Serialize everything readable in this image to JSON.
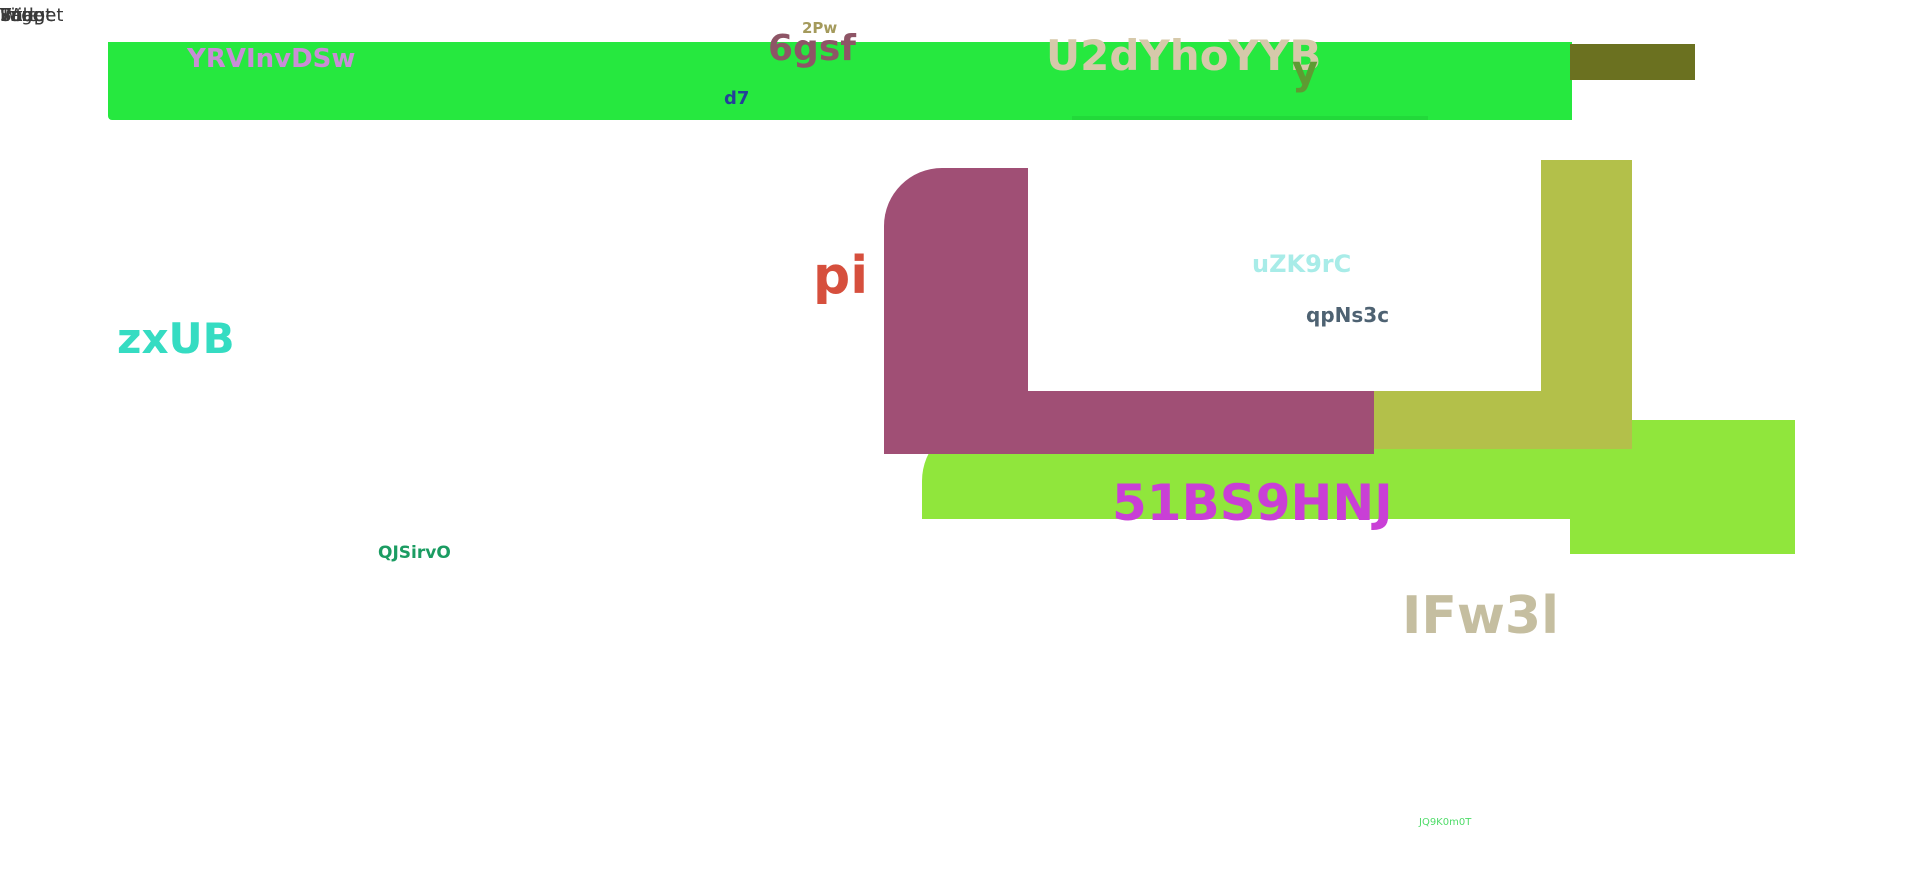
{
  "header_tags": {
    "items": [
      "Script",
      "Page",
      "Image",
      "Widget",
      "Title"
    ]
  },
  "labels": {
    "yrv": "YRVInvDSw",
    "two_pw": "2Pw",
    "six_gsf": "6gsf",
    "u2d": "U2dYhoYYB",
    "y": "y",
    "d7": "d7",
    "pi": "pi",
    "uzk": "uZK9rC",
    "qpn": "qpNs3c",
    "zxub": "zxUB",
    "bs": "51BS9HNJ",
    "qjs": "QJSirvO",
    "ifw": "IFw3l",
    "jq9": "JQ9K0m0T"
  },
  "colors": {
    "green_bar": "#26e83f",
    "olive_box": "#6b7120",
    "mauve": "#a04f75",
    "lime": "#90e63c",
    "olive_light": "#b3c04a"
  }
}
